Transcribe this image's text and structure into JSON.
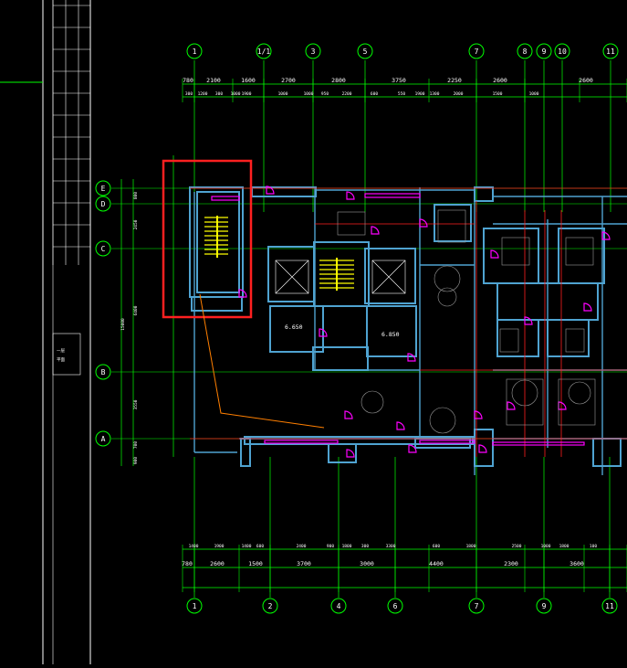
{
  "drawing": {
    "columns_top": [
      "1",
      "1/1",
      "3",
      "5",
      "7",
      "8",
      "9",
      "10",
      "11"
    ],
    "columns_bottom": [
      "1",
      "2",
      "4",
      "6",
      "7",
      "9",
      "11"
    ],
    "rows": [
      "E",
      "D",
      "C",
      "B",
      "A"
    ],
    "top_dims_outer": [
      "780",
      "2100",
      "1600",
      "2700",
      "2800",
      "3750",
      "2250",
      "2600",
      "2600"
    ],
    "top_dims_inner": [
      "300",
      "1200",
      "300",
      "1000",
      "1900",
      "1000",
      "1000",
      "950",
      "2200",
      "600",
      "550",
      "1900",
      "1300",
      "2000",
      "1500",
      "1000"
    ],
    "bottom_dims_inner": [
      "1400",
      "1900",
      "1400",
      "600",
      "2400",
      "900",
      "1800",
      "300",
      "3300",
      "600",
      "1800",
      "2500",
      "1000",
      "1800",
      "100"
    ],
    "bottom_dims_outer": [
      "780",
      "2600",
      "1500",
      "3700",
      "3000",
      "4400",
      "2300",
      "3600"
    ],
    "left_dims_inner": [
      "800",
      "2450",
      "6400",
      "3550",
      "700",
      "900"
    ],
    "left_dims_total": "15000",
    "room_areas": [
      "6.650",
      "6.850"
    ],
    "colors": {
      "background": "#000000",
      "grid": "#00ff00",
      "walls": "#4fa3d1",
      "highlight": "#ff2020",
      "leader": "#ff7f00",
      "doors": "#ff00ff",
      "stairs": "#ffff00",
      "cyan": "#00ffff"
    }
  }
}
